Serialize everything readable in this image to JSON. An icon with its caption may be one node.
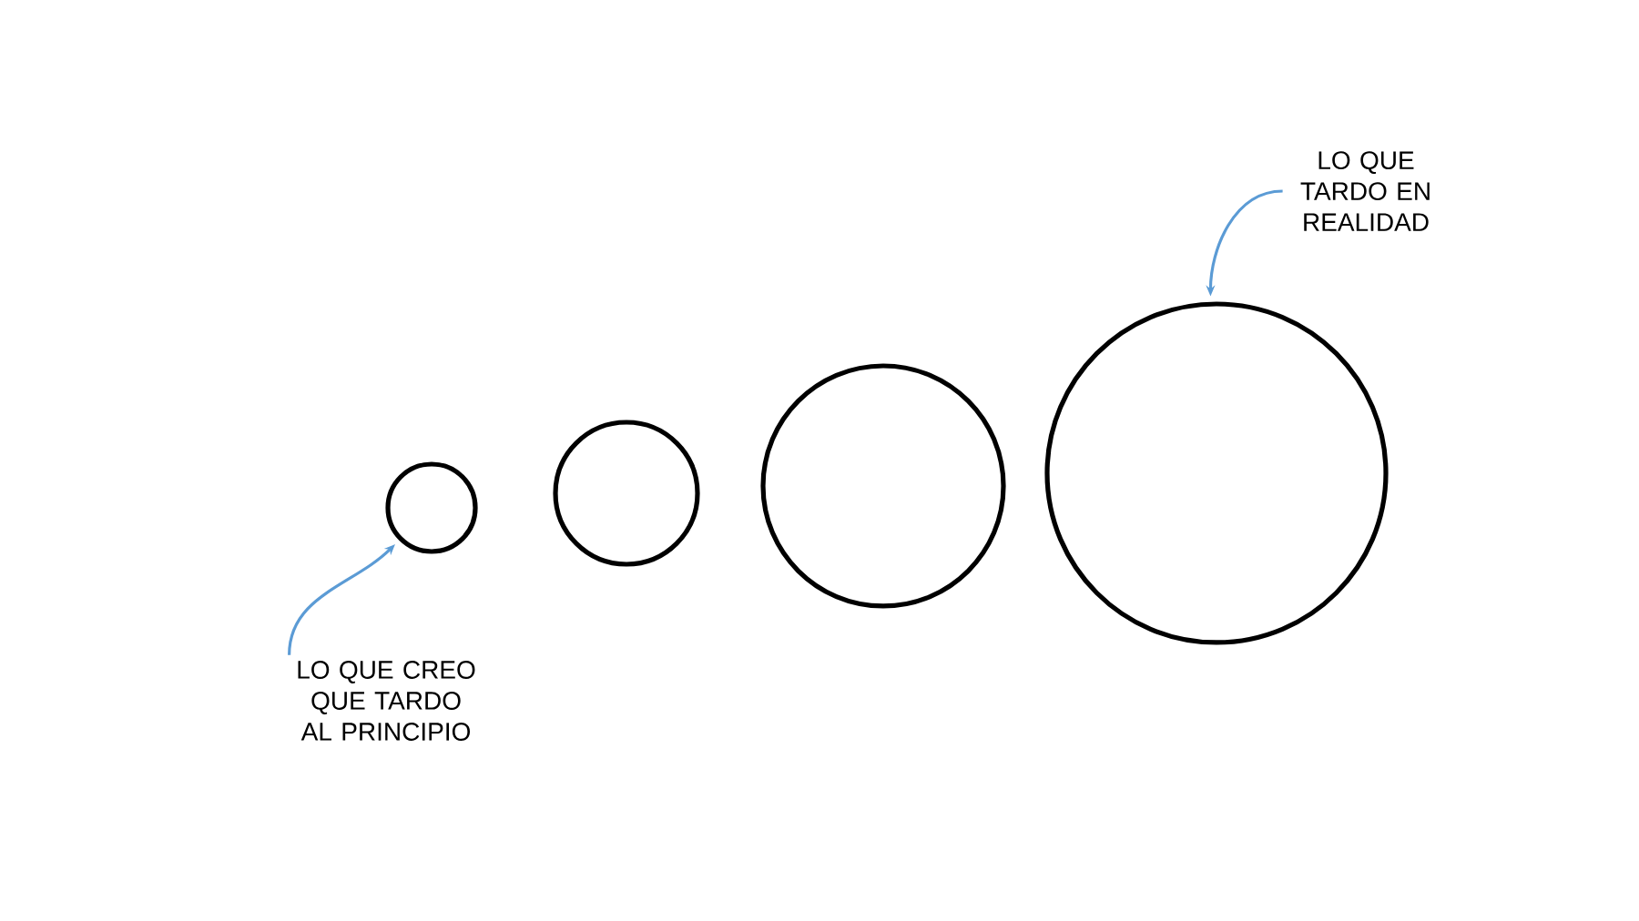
{
  "diagram": {
    "nodes": [
      {
        "text": [
          "LO QUE CREO QUE TARDO AL PRINCIPIO"
        ]
      },
      {
        "text": [],
        "shape": "circle"
      },
      {
        "text": [],
        "shape": "circle"
      },
      {
        "text": [],
        "shape": "circle"
      },
      {
        "text": [],
        "shape": "circle"
      },
      {
        "text": [
          "LO QUE TARDO EN REALIDAD"
        ]
      }
    ],
    "edges": [
      {
        "from": 0,
        "to": 1,
        "arrow": "to"
      },
      {
        "from": 5,
        "to": 4,
        "arrow": "to"
      }
    ]
  }
}
